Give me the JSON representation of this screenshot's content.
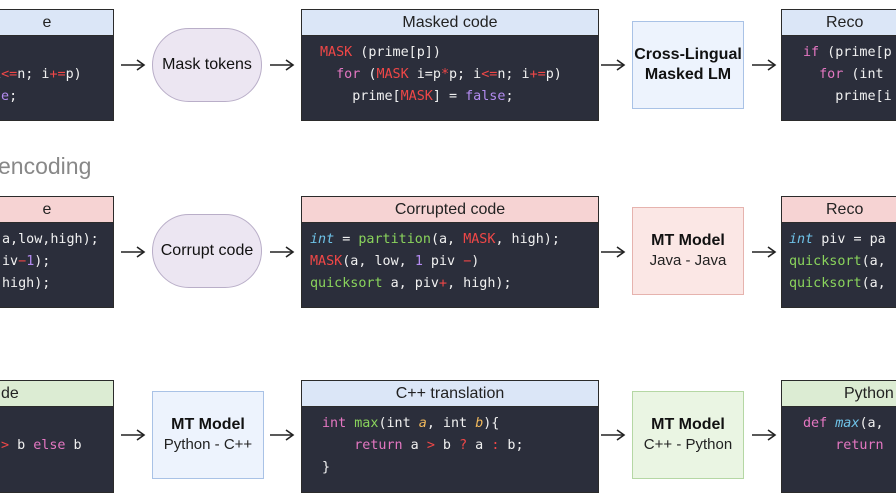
{
  "section_label": "encoding",
  "rows": [
    {
      "left_box": {
        "header": "e",
        "header_color": "blue",
        "lines": [
          [],
          [
            {
              "t": "i",
              "c": "default"
            },
            {
              "t": "<=",
              "c": "op"
            },
            {
              "t": "n; i",
              "c": "default"
            },
            {
              "t": "+=",
              "c": "op"
            },
            {
              "t": "p)",
              "c": "default"
            }
          ],
          [
            {
              "t": "se",
              "c": "bool"
            },
            {
              "t": ";",
              "c": "default"
            }
          ]
        ]
      },
      "op": {
        "kind": "pill",
        "label": "Mask tokens"
      },
      "mid_box": {
        "header": "Masked code",
        "header_color": "blue",
        "lines": [
          [
            {
              "t": "MASK",
              "c": "mask"
            },
            {
              "t": " (prime[p])",
              "c": "default"
            }
          ],
          [
            {
              "t": "  for",
              "c": "kw"
            },
            {
              "t": " (",
              "c": "default"
            },
            {
              "t": "MASK",
              "c": "mask"
            },
            {
              "t": " i=p",
              "c": "default"
            },
            {
              "t": "*",
              "c": "op"
            },
            {
              "t": "p; i",
              "c": "default"
            },
            {
              "t": "<=",
              "c": "op"
            },
            {
              "t": "n; i",
              "c": "default"
            },
            {
              "t": "+=",
              "c": "op"
            },
            {
              "t": "p)",
              "c": "default"
            }
          ],
          [
            {
              "t": "    prime[",
              "c": "default"
            },
            {
              "t": "MASK",
              "c": "mask"
            },
            {
              "t": "] = ",
              "c": "default"
            },
            {
              "t": "false",
              "c": "bool"
            },
            {
              "t": ";",
              "c": "default"
            }
          ]
        ]
      },
      "model": {
        "color": "blue",
        "title_lines": [
          "Cross-Lingual",
          "Masked LM"
        ],
        "subtitle": ""
      },
      "right_box": {
        "header": "Reco",
        "header_color": "blue",
        "lines": [
          [
            {
              "t": "if",
              "c": "kw"
            },
            {
              "t": " (prime[p",
              "c": "default"
            }
          ],
          [
            {
              "t": "  for",
              "c": "kw"
            },
            {
              "t": " (int",
              "c": "default"
            }
          ],
          [
            {
              "t": "    prime[i",
              "c": "default"
            }
          ]
        ]
      }
    },
    {
      "left_box": {
        "header": "e",
        "header_color": "red",
        "lines": [
          [
            {
              "t": "a,low,high);",
              "c": "default"
            }
          ],
          [
            {
              "t": "iv",
              "c": "default"
            },
            {
              "t": "−",
              "c": "op"
            },
            {
              "t": "1",
              "c": "num"
            },
            {
              "t": ");",
              "c": "default"
            }
          ],
          [
            {
              "t": "high);",
              "c": "default"
            }
          ]
        ]
      },
      "op": {
        "kind": "pill",
        "label": "Corrupt code"
      },
      "mid_box": {
        "header": "Corrupted code",
        "header_color": "red",
        "lines": [
          [
            {
              "t": "int",
              "c": "type"
            },
            {
              "t": " = ",
              "c": "default"
            },
            {
              "t": "partition",
              "c": "fn"
            },
            {
              "t": "(a, ",
              "c": "default"
            },
            {
              "t": "MASK",
              "c": "mask"
            },
            {
              "t": ", high);",
              "c": "default"
            }
          ],
          [
            {
              "t": "MASK",
              "c": "mask"
            },
            {
              "t": "(a, low, ",
              "c": "default"
            },
            {
              "t": "1",
              "c": "num"
            },
            {
              "t": " piv ",
              "c": "default"
            },
            {
              "t": "−",
              "c": "op"
            },
            {
              "t": ")",
              "c": "default"
            }
          ],
          [
            {
              "t": "quicksort",
              "c": "fn"
            },
            {
              "t": " a, piv",
              "c": "default"
            },
            {
              "t": "+",
              "c": "op"
            },
            {
              "t": ", high);",
              "c": "default"
            }
          ]
        ]
      },
      "model": {
        "color": "red",
        "title_lines": [
          "MT Model"
        ],
        "subtitle": "Java - Java"
      },
      "right_box": {
        "header": "Reco",
        "header_color": "red",
        "lines": [
          [
            {
              "t": "int",
              "c": "type"
            },
            {
              "t": " piv = pa",
              "c": "default"
            }
          ],
          [
            {
              "t": "quicksort",
              "c": "fn"
            },
            {
              "t": "(a,",
              "c": "default"
            }
          ],
          [
            {
              "t": "quicksort",
              "c": "fn"
            },
            {
              "t": "(a,",
              "c": "default"
            }
          ]
        ]
      }
    },
    {
      "left_box": {
        "header": "de",
        "header_color": "green",
        "lines": [
          [],
          [
            {
              "t": "> ",
              "c": "op"
            },
            {
              "t": "b ",
              "c": "default"
            },
            {
              "t": "else",
              "c": "kw"
            },
            {
              "t": " b",
              "c": "default"
            }
          ],
          []
        ]
      },
      "op": {
        "kind": "model",
        "color": "blue",
        "title_lines": [
          "MT Model"
        ],
        "subtitle": "Python - C++"
      },
      "mid_box": {
        "header": "C++ translation",
        "header_color": "blue",
        "lines": [
          [
            {
              "t": "int",
              "c": "kw"
            },
            {
              "t": " ",
              "c": "default"
            },
            {
              "t": "max",
              "c": "fn"
            },
            {
              "t": "(int ",
              "c": "default"
            },
            {
              "t": "a",
              "c": "param"
            },
            {
              "t": ", int ",
              "c": "default"
            },
            {
              "t": "b",
              "c": "param"
            },
            {
              "t": "){",
              "c": "default"
            }
          ],
          [
            {
              "t": "    return",
              "c": "kw"
            },
            {
              "t": " a ",
              "c": "default"
            },
            {
              "t": ">",
              "c": "op"
            },
            {
              "t": " b ",
              "c": "default"
            },
            {
              "t": "?",
              "c": "op"
            },
            {
              "t": " a ",
              "c": "default"
            },
            {
              "t": ":",
              "c": "op"
            },
            {
              "t": " b;",
              "c": "default"
            }
          ],
          [
            {
              "t": "}",
              "c": "default"
            }
          ]
        ]
      },
      "model": {
        "color": "green",
        "title_lines": [
          "MT Model"
        ],
        "subtitle": "C++ - Python"
      },
      "right_box": {
        "header": "Python",
        "header_color": "green",
        "lines": [
          [
            {
              "t": "def",
              "c": "kw"
            },
            {
              "t": " ",
              "c": "default"
            },
            {
              "t": "max",
              "c": "type"
            },
            {
              "t": "(a,",
              "c": "default"
            }
          ],
          [
            {
              "t": "    return",
              "c": "kw"
            }
          ],
          []
        ]
      }
    }
  ]
}
